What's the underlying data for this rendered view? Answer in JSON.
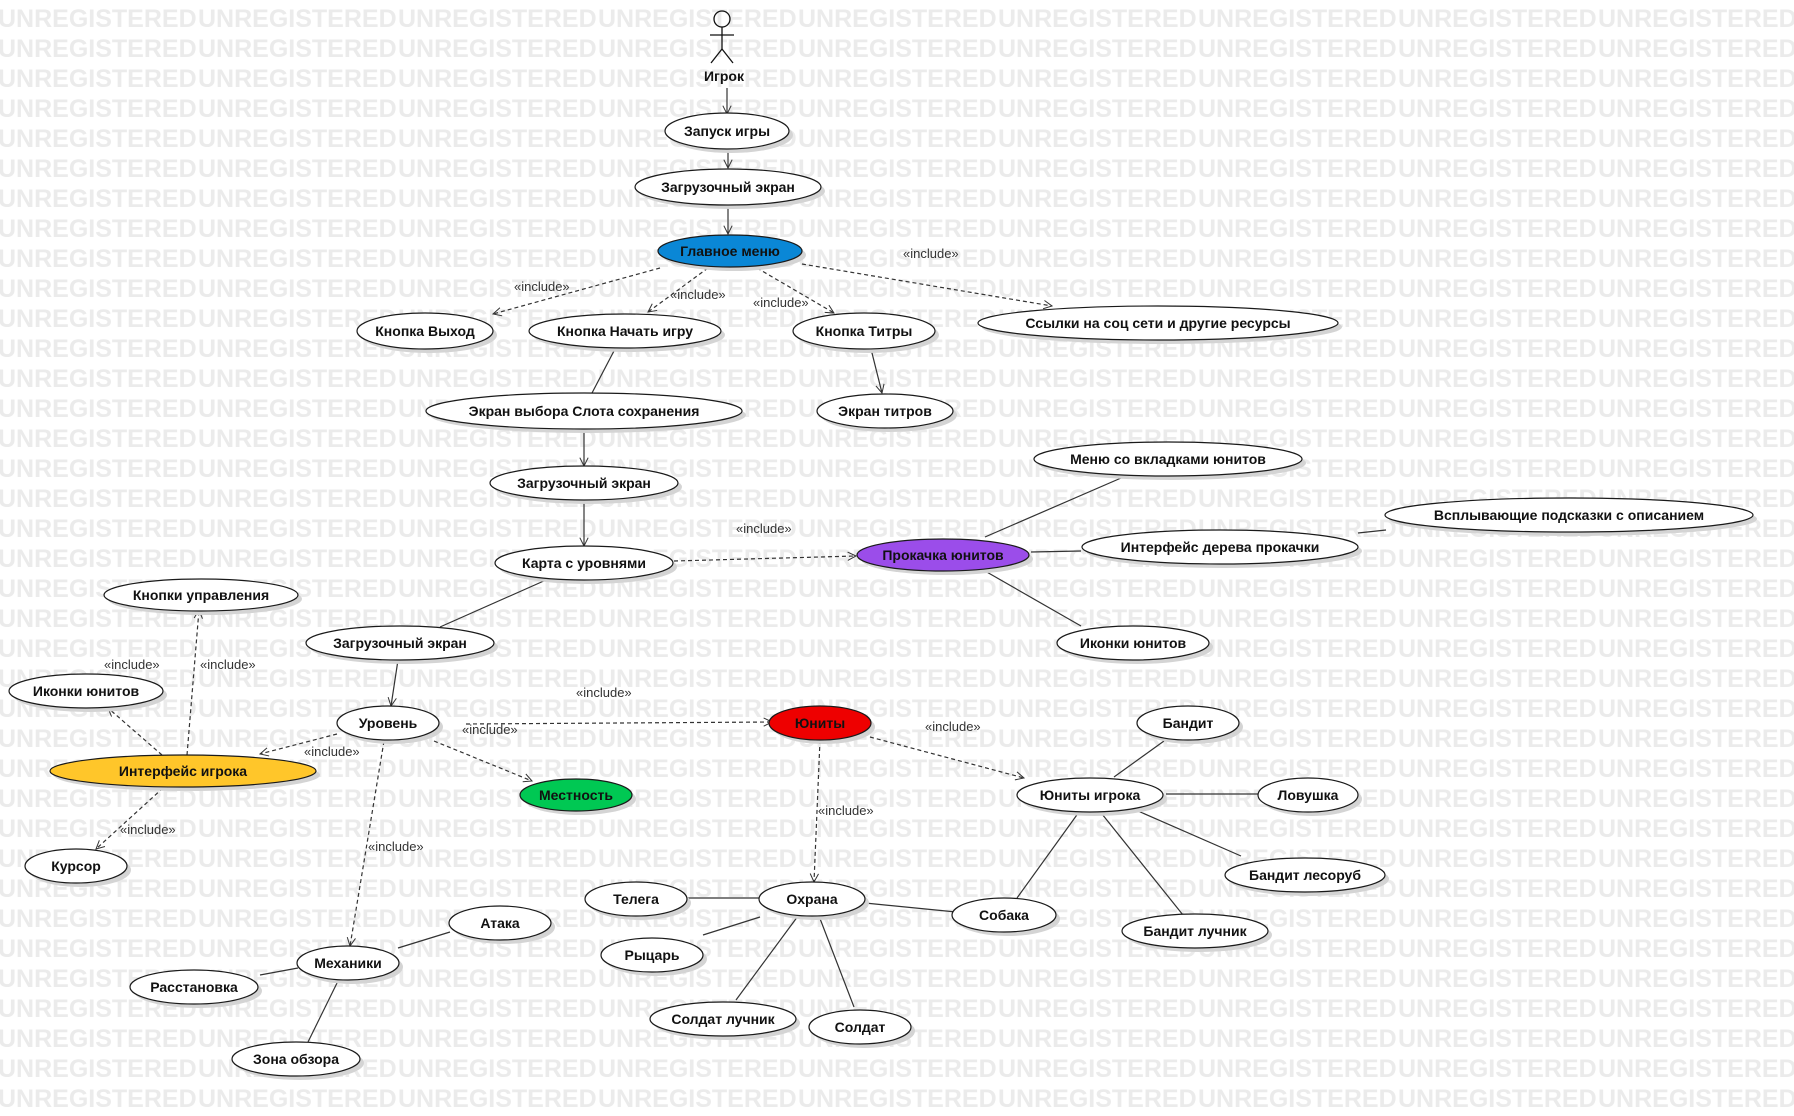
{
  "watermark": "UNREGISTERED",
  "actor": {
    "label": "Игрок"
  },
  "stereotype": "«include»",
  "colors": {
    "main_menu": "#0a87d6",
    "upgrade": "#9b4dea",
    "units": "#ee0000",
    "terrain": "#00c853",
    "player_interface": "#ffc62a",
    "default": "#ffffff"
  },
  "use_cases": {
    "launch": "Запуск игры",
    "loading1": "Загрузочный экран",
    "main_menu": "Главное меню",
    "exit_btn": "Кнопка Выход",
    "start_btn": "Кнопка Начать игру",
    "credits_btn": "Кнопка Титры",
    "social": "Ссылки на соц сети и другие ресурсы",
    "slot_screen": "Экран выбора Слота сохранения",
    "credits_screen": "Экран титров",
    "loading2": "Загрузочный экран",
    "level_map": "Карта с уровнями",
    "upgrade": "Прокачка юнитов",
    "tabs_menu": "Меню со вкладками юнитов",
    "tree_ui": "Интерфейс дерева прокачки",
    "tooltips": "Всплывающие подсказки с описанием",
    "unit_icons_up": "Иконки юнитов",
    "loading3": "Загрузочный экран",
    "level": "Уровень",
    "control_buttons": "Кнопки управления",
    "unit_icons_pi": "Иконки юнитов",
    "player_interface": "Интерфейс игрока",
    "cursor": "Курсор",
    "terrain": "Местность",
    "units": "Юниты",
    "player_units": "Юниты игрока",
    "bandit": "Бандит",
    "trap": "Ловушка",
    "bandit_lumberjack": "Бандит лесоруб",
    "bandit_archer": "Бандит лучник",
    "dog": "Собака",
    "guard": "Охрана",
    "cart": "Телега",
    "knight": "Рыцарь",
    "soldier_archer": "Солдат лучник",
    "soldier": "Солдат",
    "mechanics": "Механики",
    "attack": "Атака",
    "placement": "Расстановка",
    "view_zone": "Зона обзора"
  }
}
